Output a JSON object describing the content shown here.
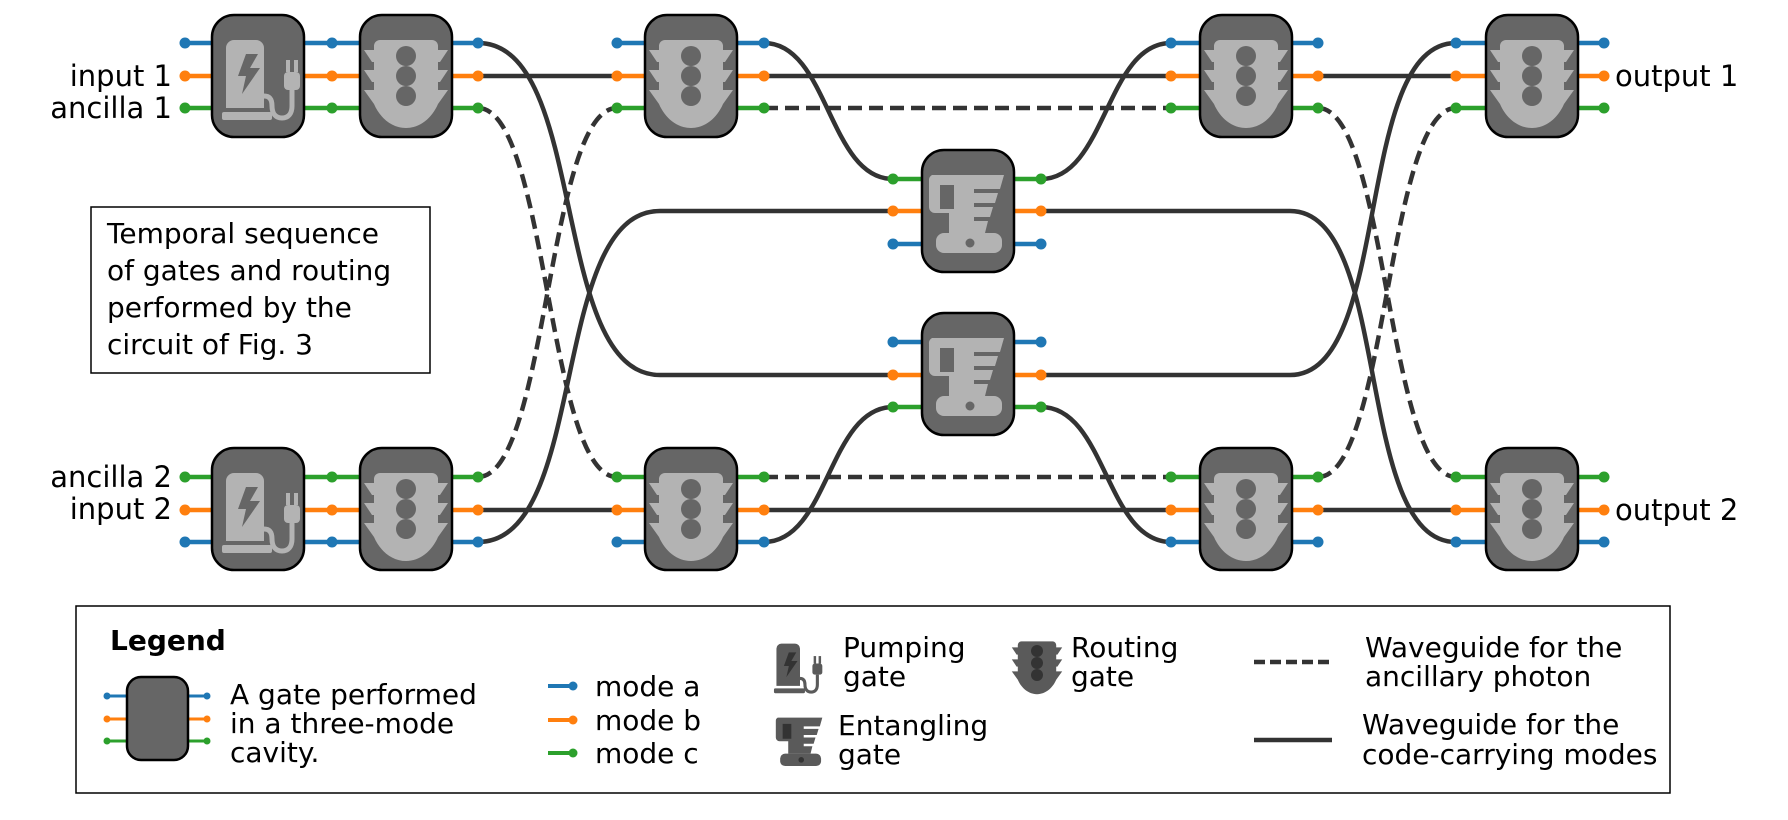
{
  "colors": {
    "mode_a": "#1f77b4",
    "mode_b": "#ff7f0e",
    "mode_c": "#2ca02c",
    "gate_fill": "#666666",
    "icon_fill": "#b3b3b3",
    "waveguide": "#333333"
  },
  "labels": {
    "input1": "input 1",
    "ancilla1": "ancilla 1",
    "ancilla2": "ancilla 2",
    "input2": "input 2",
    "output1": "output 1",
    "output2": "output 2"
  },
  "note": {
    "lines": [
      "Temporal sequence",
      "of gates and routing",
      "performed by the",
      "circuit of Fig. 3"
    ]
  },
  "gates": {
    "top": [
      "pumping",
      "routing",
      "routing",
      "routing",
      "routing"
    ],
    "bottom": [
      "pumping",
      "routing",
      "routing",
      "routing",
      "routing"
    ],
    "middle": [
      "entangling",
      "entangling"
    ]
  },
  "legend": {
    "title": "Legend",
    "gate_desc": [
      "A gate performed",
      "in a three-mode",
      "cavity."
    ],
    "modes": [
      "mode a",
      "mode b",
      "mode c"
    ],
    "pumping": [
      "Pumping",
      "gate"
    ],
    "routing": [
      "Routing",
      "gate"
    ],
    "entangling": [
      "Entangling",
      "gate"
    ],
    "dashed": [
      "Waveguide for the",
      "ancillary photon"
    ],
    "solid": [
      "Waveguide for the",
      "code-carrying modes"
    ]
  }
}
